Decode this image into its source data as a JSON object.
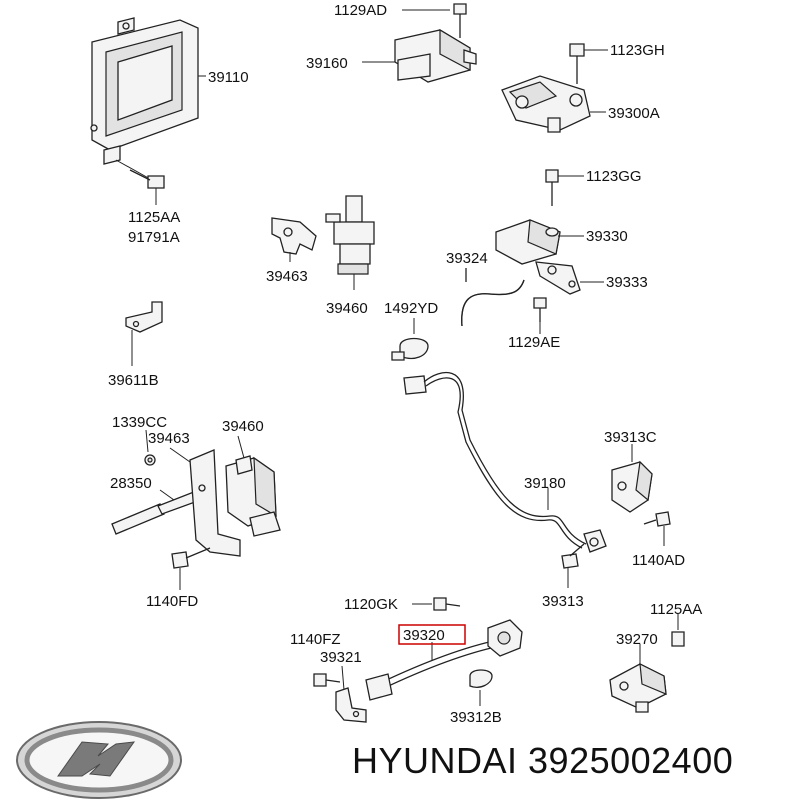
{
  "labels": {
    "l_1129AD": "1129AD",
    "l_39160": "39160",
    "l_1123GH": "1123GH",
    "l_39110": "39110",
    "l_39300A": "39300A",
    "l_1123GG": "1123GG",
    "l_1125AA_top": "1125AA",
    "l_91791A": "91791A",
    "l_39330": "39330",
    "l_39324": "39324",
    "l_39463_top": "39463",
    "l_39460_top": "39460",
    "l_39333": "39333",
    "l_1492YD": "1492YD",
    "l_1129AE": "1129AE",
    "l_39611B": "39611B",
    "l_1339CC": "1339CC",
    "l_39463_mid": "39463",
    "l_39460_mid": "39460",
    "l_39313C": "39313C",
    "l_28350": "28350",
    "l_39180": "39180",
    "l_1140AD": "1140AD",
    "l_39313": "39313",
    "l_1140FD": "1140FD",
    "l_1120GK": "1120GK",
    "l_1125AA_bot": "1125AA",
    "l_1140FZ": "1140FZ",
    "l_39320": "39320",
    "l_39321": "39321",
    "l_39270": "39270",
    "l_39312B": "39312B"
  },
  "highlight_color": "#cc0000",
  "logo_icon": "hyundai-logo-icon",
  "caption": "HYUNDAI 3925002400"
}
